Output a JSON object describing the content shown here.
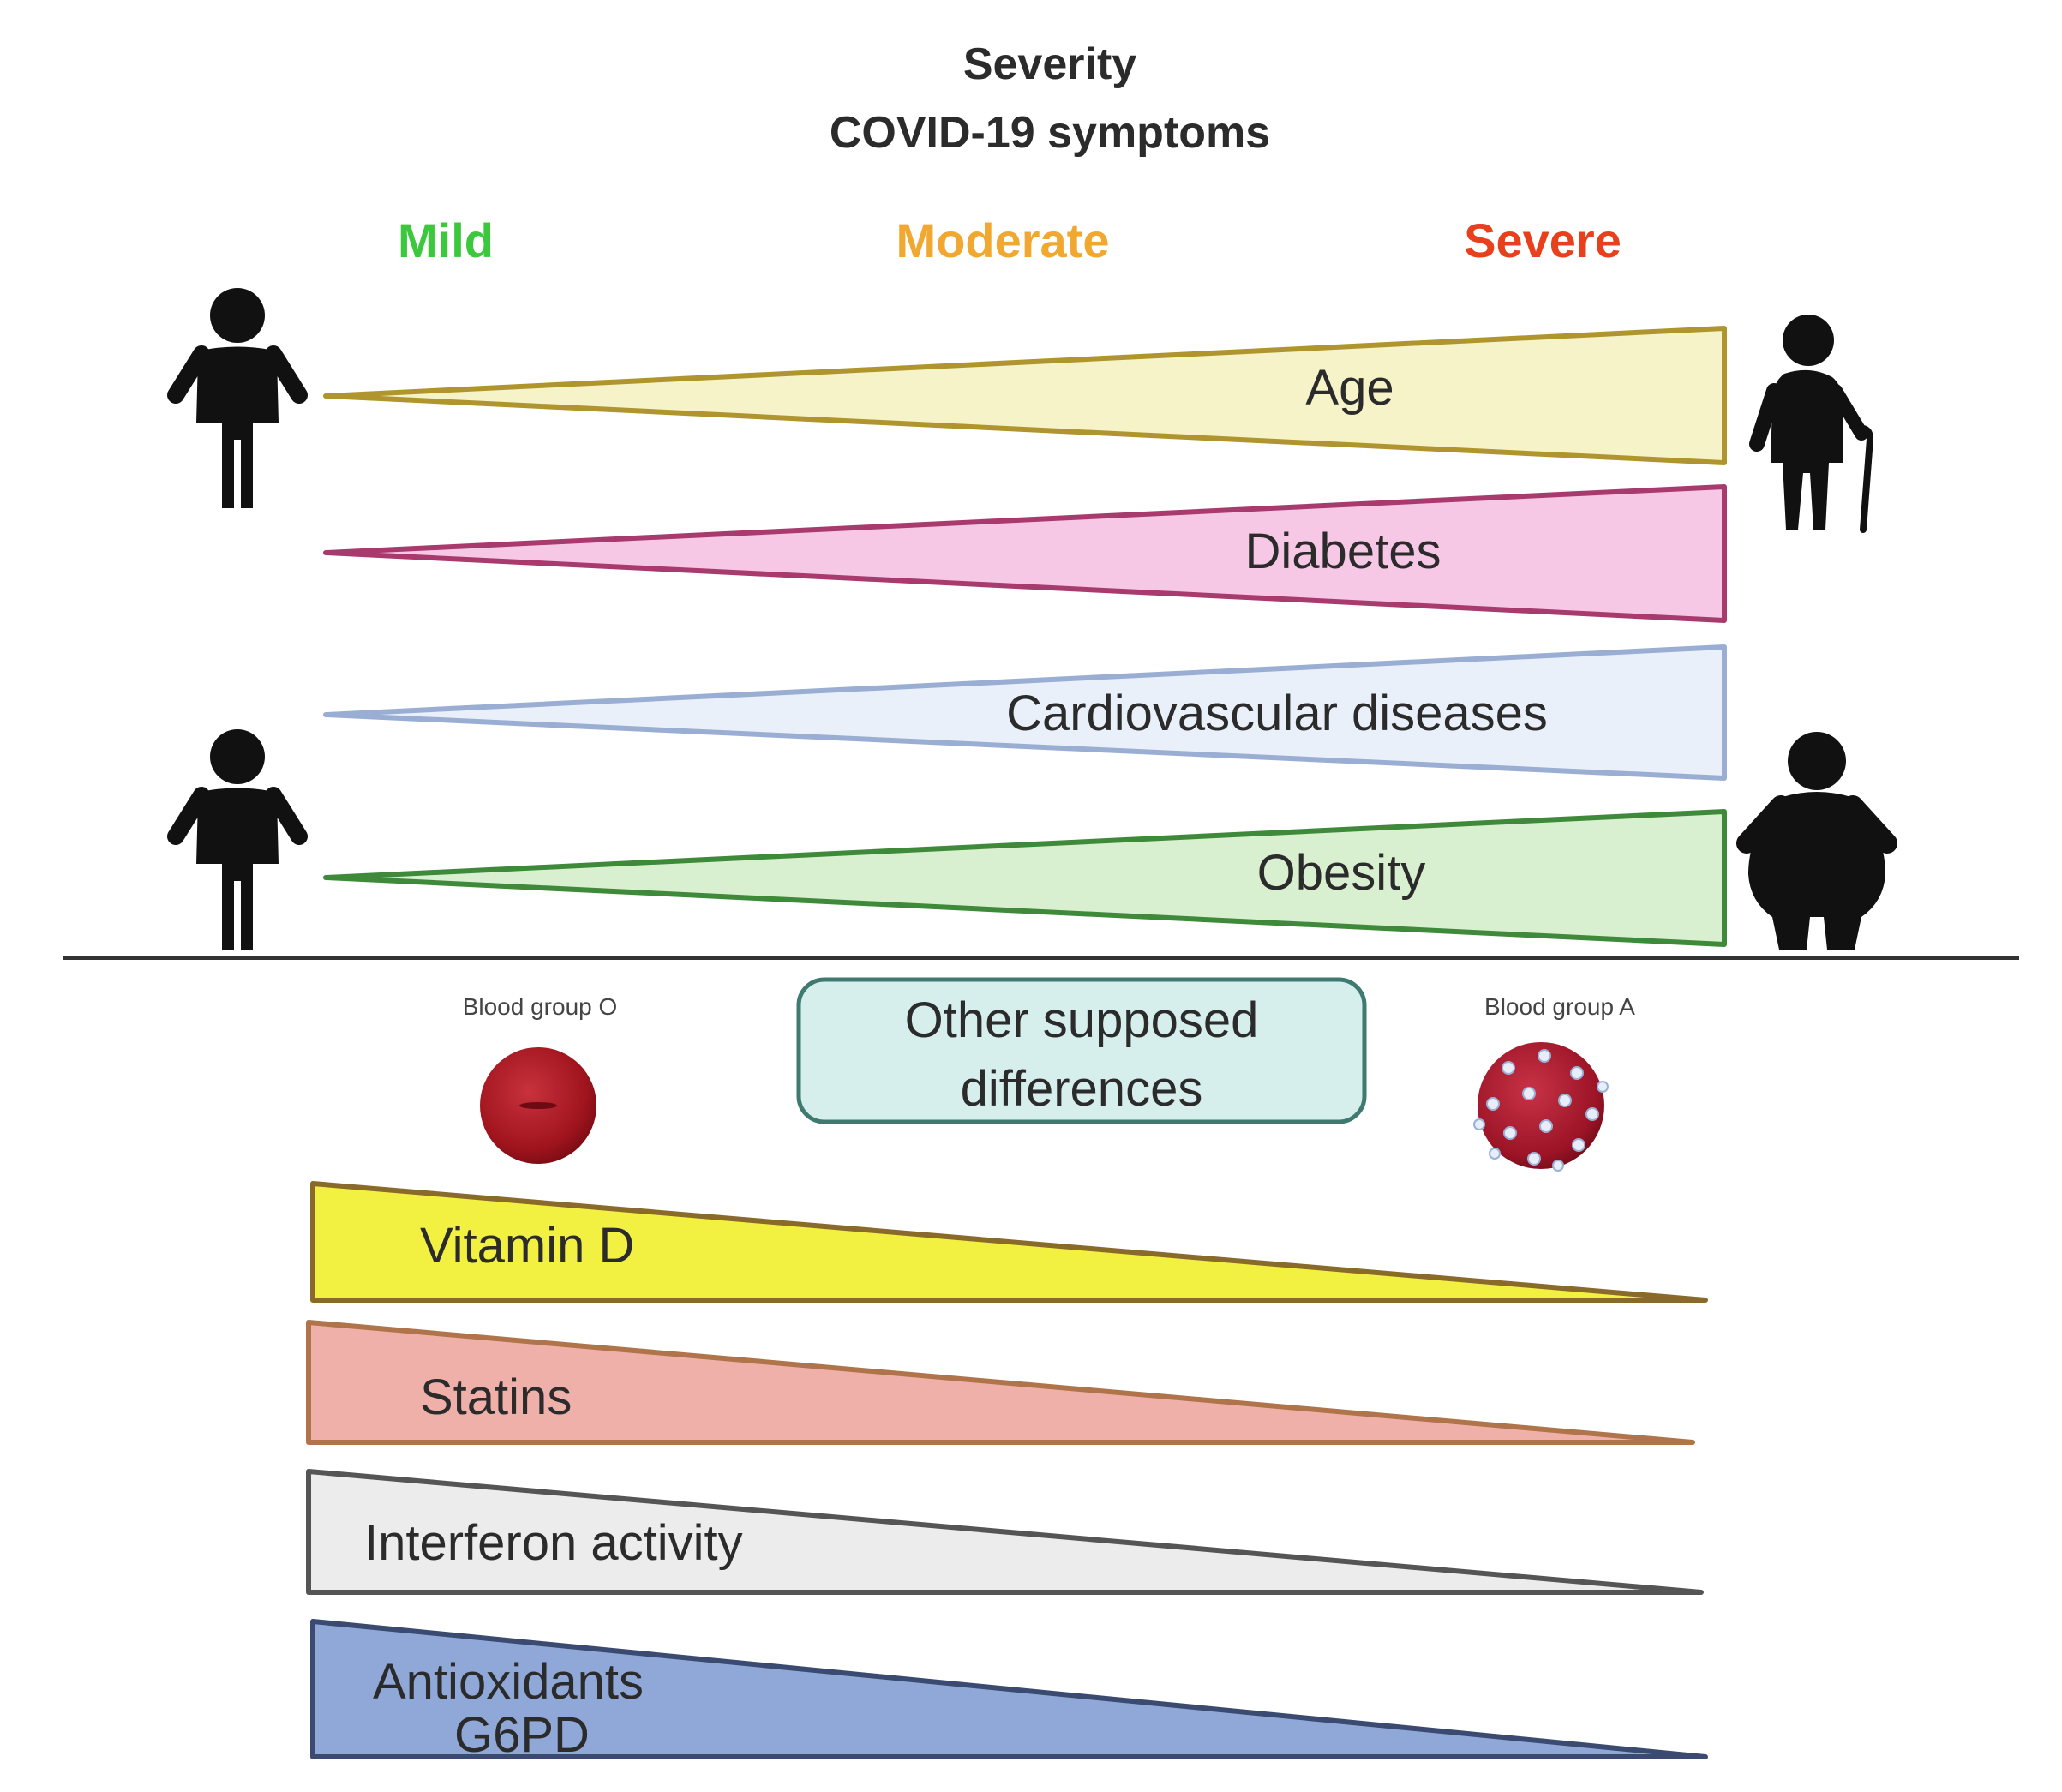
{
  "title": {
    "line1": "Severity",
    "line2": "COVID-19 symptoms"
  },
  "severity_levels": [
    {
      "label": "Mild",
      "color": "#3cc83c"
    },
    {
      "label": "Moderate",
      "color": "#f0a830"
    },
    {
      "label": "Severe",
      "color": "#e8401c"
    }
  ],
  "increasing_factors": [
    {
      "label": "Age",
      "fill": "#f7f3c8",
      "stroke": "#b0952e"
    },
    {
      "label": "Diabetes",
      "fill": "#f7c8e6",
      "stroke": "#a83a6e"
    },
    {
      "label": "Cardiovascular diseases",
      "fill": "#eaf0fa",
      "stroke": "#9aaed4"
    },
    {
      "label": "Obesity",
      "fill": "#d8f0d0",
      "stroke": "#3e8a3a"
    }
  ],
  "blood_groups": {
    "left": {
      "label": "Blood group O",
      "icon": "red-blood-cell-icon"
    },
    "right": {
      "label": "Blood group A",
      "icon": "blood-cell-antigens-icon"
    }
  },
  "other_box": {
    "line1": "Other supposed",
    "line2": "differences",
    "fill": "#d6efec",
    "stroke": "#3f7a70"
  },
  "decreasing_factors": [
    {
      "lines": [
        "Vitamin D"
      ],
      "fill": "#f2f040",
      "stroke": "#8a6a2a"
    },
    {
      "lines": [
        "Statins"
      ],
      "fill": "#f0b0aa",
      "stroke": "#b0744a"
    },
    {
      "lines": [
        "Interferon activity"
      ],
      "fill": "#ececec",
      "stroke": "#555555"
    },
    {
      "lines": [
        "Antioxidants",
        "G6PD"
      ],
      "fill": "#90a8d8",
      "stroke": "#3a4a70"
    }
  ],
  "icons": {
    "young_person_top": "child-icon",
    "old_person": "elderly-person-with-cane-icon",
    "young_person_bottom": "child-icon",
    "obese_person": "obese-person-icon"
  }
}
